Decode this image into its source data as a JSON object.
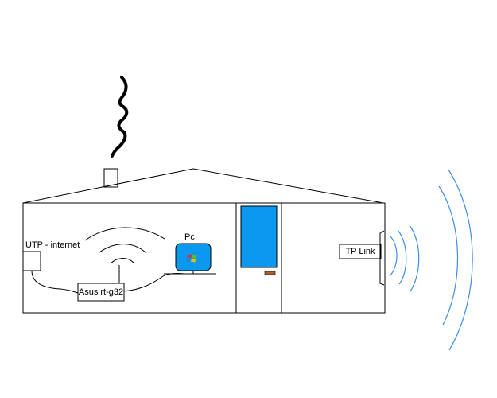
{
  "labels": {
    "utp": "UTP - internet",
    "router": "Asus rt-g32",
    "pc": "Pc",
    "tplink": "TP Link"
  },
  "colors": {
    "line": "#000000",
    "wave_blue": "#3c8ee6",
    "screen_blue": "#0a99ee",
    "door_knob": "#b06030",
    "pc_logo_red": "#e4301c",
    "pc_logo_green": "#5cba2e",
    "pc_logo_blue": "#2a7ce0",
    "pc_logo_yellow": "#f2c200"
  }
}
